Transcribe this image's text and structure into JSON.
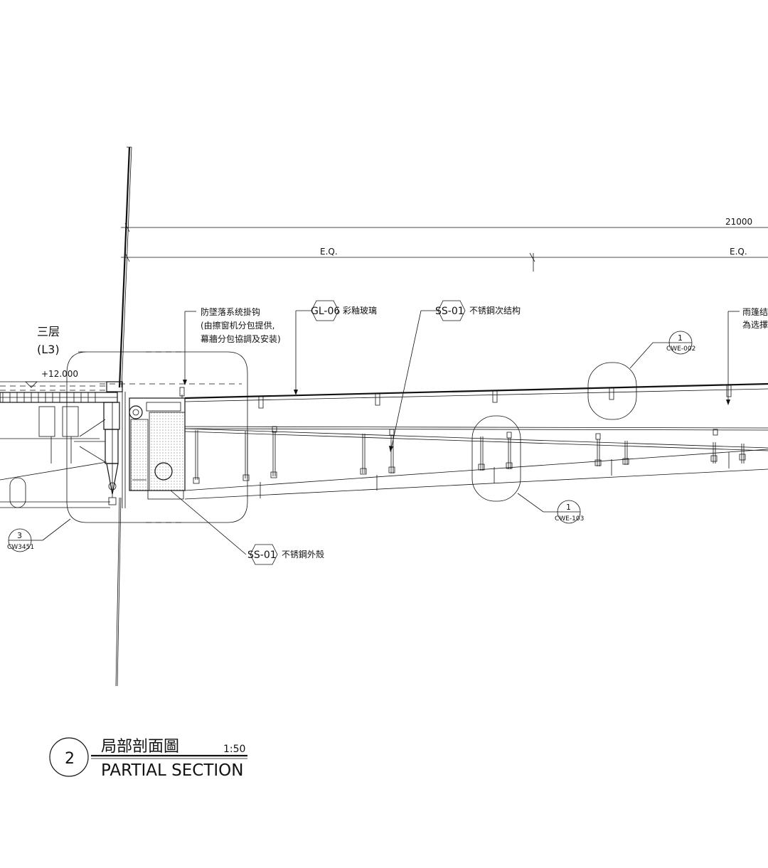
{
  "dimensions": {
    "overall": "21000",
    "eq_left": "E.Q.",
    "eq_right": "E.Q."
  },
  "level": {
    "name": "三层",
    "code": "(L3)",
    "elevation": "+12.000"
  },
  "callouts": {
    "fall_arrest": {
      "line1": "防墜落系统掛钩",
      "line2": "(由擦窗机分包提供,",
      "line3": "幕牆分包協調及安装)"
    },
    "glass": {
      "tag": "GL-06",
      "desc": "彩釉玻璃"
    },
    "steel_secondary": {
      "tag": "SS-01",
      "desc": "不锈鋼次结构"
    },
    "steel_shell": {
      "tag": "SS-01",
      "desc": "不锈鋼外殼"
    },
    "canopy": {
      "line1": "雨篷结構",
      "line2": "為选擇性"
    }
  },
  "detail_refs": [
    {
      "num": "1",
      "sheet": "CWE-002"
    },
    {
      "num": "1",
      "sheet": "CWE-103"
    },
    {
      "num": "3",
      "sheet": "CW3451"
    }
  ],
  "title_block": {
    "number": "2",
    "title_cn": "局部剖面圖",
    "scale": "1:50",
    "title_en": "PARTIAL SECTION"
  }
}
